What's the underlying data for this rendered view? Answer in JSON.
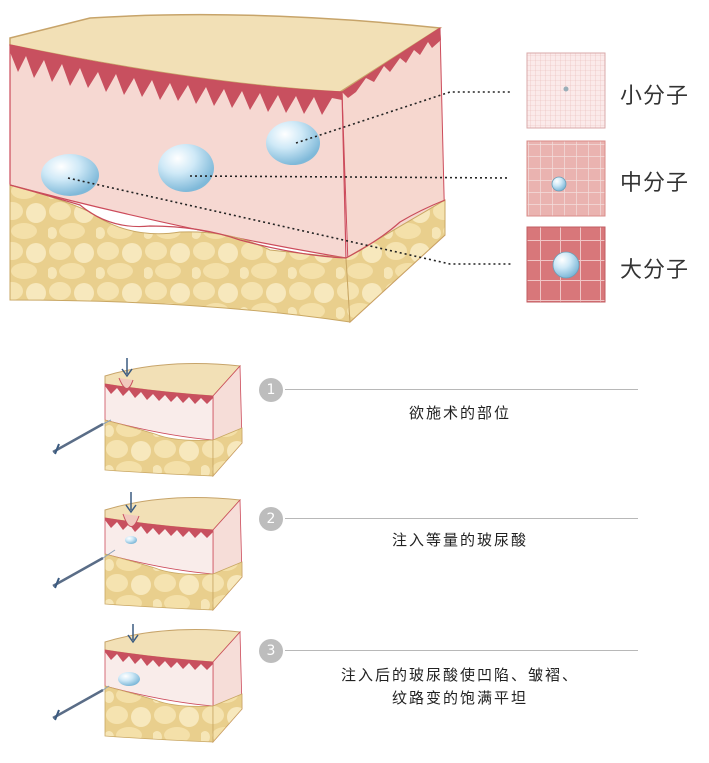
{
  "legend": {
    "small": "小分子",
    "medium": "中分子",
    "large": "大分子"
  },
  "steps": [
    {
      "number": "1",
      "text": "欲施术的部位"
    },
    {
      "number": "2",
      "text": "注入等量的玻尿酸"
    },
    {
      "number": "3",
      "line1": "注入后的玻尿酸使凹陷、皱褶、",
      "line2": "纹路变的饱满平坦"
    }
  ],
  "colors": {
    "skin_top": "#f3e2b8",
    "dermis": "#f7d9d4",
    "epidermis_red": "#c8505f",
    "fat": "#ecd393",
    "droplet": "#a9d8ef"
  }
}
